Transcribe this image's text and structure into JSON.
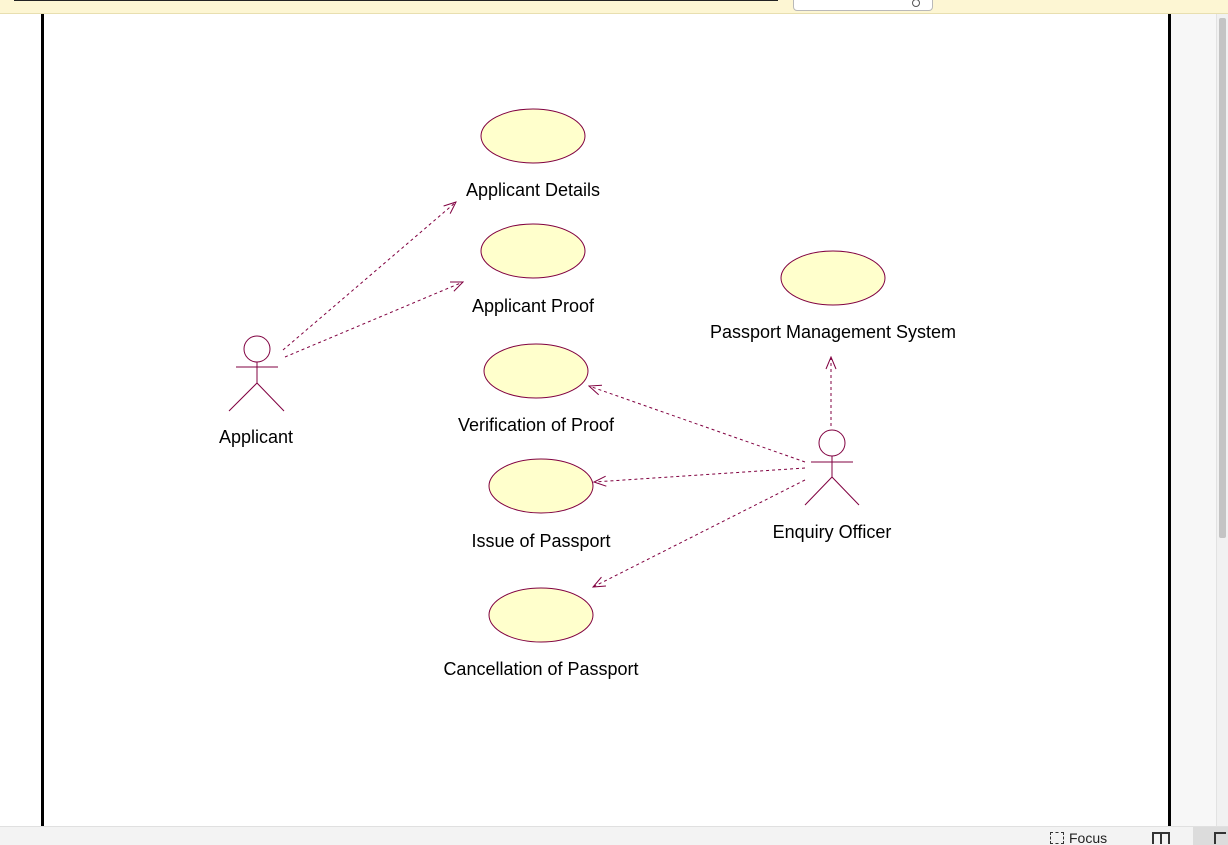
{
  "diagram": {
    "use_cases": [
      {
        "id": "applicant-details",
        "label": "Applicant Details"
      },
      {
        "id": "applicant-proof",
        "label": "Applicant Proof"
      },
      {
        "id": "verification-of-proof",
        "label": "Verification of Proof"
      },
      {
        "id": "issue-of-passport",
        "label": "Issue of Passport"
      },
      {
        "id": "cancellation-of-passport",
        "label": "Cancellation of Passport"
      },
      {
        "id": "passport-management-system",
        "label": "Passport Management System"
      }
    ],
    "actors": [
      {
        "id": "applicant",
        "label": "Applicant"
      },
      {
        "id": "enquiry-officer",
        "label": "Enquiry Officer"
      }
    ],
    "relations": [
      {
        "from": "applicant",
        "to": "applicant-details",
        "style": "dashed-arrow"
      },
      {
        "from": "applicant",
        "to": "applicant-proof",
        "style": "dashed-arrow"
      },
      {
        "from": "enquiry-officer",
        "to": "verification-of-proof",
        "style": "dashed-arrow"
      },
      {
        "from": "enquiry-officer",
        "to": "issue-of-passport",
        "style": "dashed-arrow"
      },
      {
        "from": "enquiry-officer",
        "to": "cancellation-of-passport",
        "style": "dashed-arrow"
      },
      {
        "from": "enquiry-officer",
        "to": "passport-management-system",
        "style": "dashed-arrow"
      }
    ],
    "colors": {
      "use_case_fill": "#ffffcc",
      "outline": "#800040",
      "text": "#000000"
    }
  },
  "status_bar": {
    "focus_label": "Focus",
    "icons": [
      "focus-icon",
      "read-mode-icon",
      "print-layout-icon"
    ]
  }
}
